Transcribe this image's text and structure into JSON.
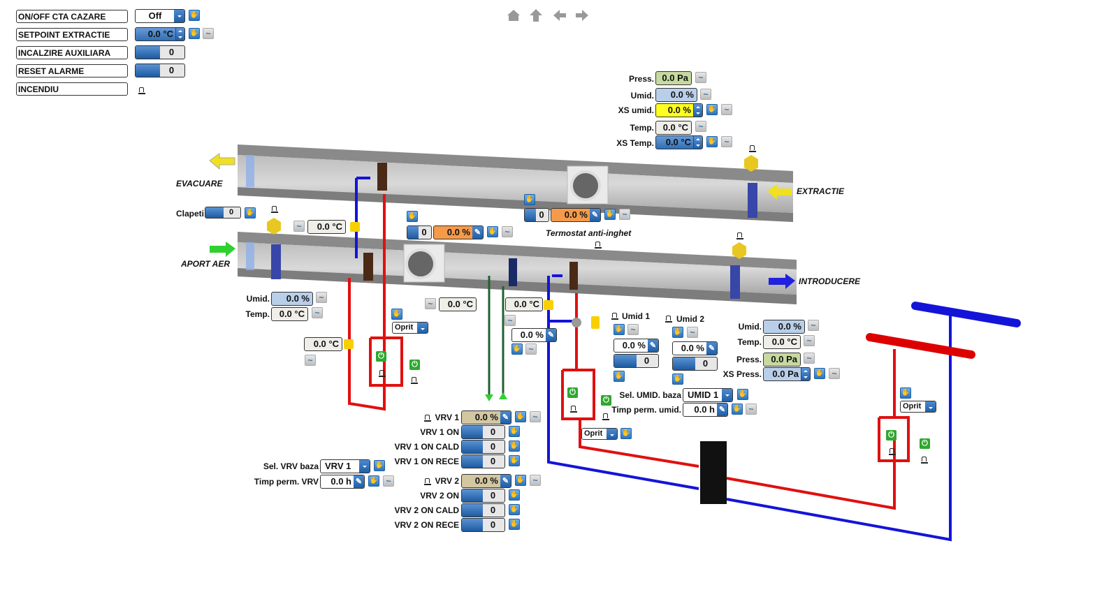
{
  "nav": {
    "home": "home-icon",
    "up": "arrow-up-icon",
    "back": "arrow-left-icon",
    "forward": "arrow-right-icon"
  },
  "controls": {
    "onoff": {
      "label": "ON/OFF CTA CAZARE",
      "value": "Off"
    },
    "setpoint": {
      "label": "SETPOINT EXTRACTIE",
      "value": "0.0 °C"
    },
    "incalzire": {
      "label": "INCALZIRE AUXILIARA",
      "value": "0"
    },
    "reset": {
      "label": "RESET ALARME",
      "value": "0"
    },
    "incendiu": {
      "label": "INCENDIU"
    }
  },
  "extract_sensors": {
    "press": {
      "label": "Press.",
      "value": "0.0 Pa"
    },
    "umid": {
      "label": "Umid.",
      "value": "0.0 %"
    },
    "xs_umid": {
      "label": "XS umid.",
      "value": "0.0 %"
    },
    "temp": {
      "label": "Temp.",
      "value": "0.0 °C"
    },
    "xs_temp": {
      "label": "XS Temp.",
      "value": "0.0 °C"
    }
  },
  "labels": {
    "evacuare": "EVACUARE",
    "extractie": "EXTRACTIE",
    "aport": "APORT AER",
    "introducere": "INTRODUCERE",
    "termostat": "Termostat anti-inghet",
    "clapeti": "Clapeti",
    "clapeti_value": "0"
  },
  "fans": {
    "exhaust": {
      "state": "0",
      "speed": "0.0 %"
    },
    "supply": {
      "state": "0",
      "speed": "0.0 %"
    }
  },
  "intake": {
    "recovery_temp": "0.0 °C",
    "umid": {
      "label": "Umid.",
      "value": "0.0 %"
    },
    "temp": {
      "label": "Temp.",
      "value": "0.0 °C"
    },
    "heating_temp": "0.0 °C",
    "pump_mode": "Oprit"
  },
  "mid": {
    "after_fan_temp": "0.0 °C",
    "after_coil_temp": "0.0 °C",
    "valve_pct": "0.0 %"
  },
  "humidifiers": {
    "umid1": {
      "label": "Umid 1",
      "value": "0.0 %",
      "state": "0"
    },
    "umid2": {
      "label": "Umid 2",
      "value": "0.0 %",
      "state": "0"
    },
    "sel_label": "Sel. UMID. baza",
    "sel_value": "UMID 1",
    "timp_label": "Timp perm. umid.",
    "timp_value": "0.0 h"
  },
  "supply_sensors": {
    "umid": {
      "label": "Umid.",
      "value": "0.0 %"
    },
    "temp": {
      "label": "Temp.",
      "value": "0.0 °C"
    },
    "press": {
      "label": "Press.",
      "value": "0.0 Pa"
    },
    "xs_press": {
      "label": "XS Press.",
      "value": "0.0 Pa"
    }
  },
  "cooling_pump_mode": "Oprit",
  "right_pump_mode": "Oprit",
  "vrv": {
    "vrv1": {
      "label": "VRV 1",
      "value": "0.0 %",
      "on_label": "VRV 1 ON",
      "on": "0",
      "cald_label": "VRV 1 ON CALD",
      "cald": "0",
      "rece_label": "VRV 1 ON RECE",
      "rece": "0"
    },
    "vrv2": {
      "label": "VRV 2",
      "value": "0.0 %",
      "on_label": "VRV 2 ON",
      "on": "0",
      "cald_label": "VRV 2 ON CALD",
      "cald": "0",
      "rece_label": "VRV 2 ON RECE",
      "rece": "0"
    },
    "sel_label": "Sel. VRV baza",
    "sel_value": "VRV 1",
    "timp_label": "Timp perm. VRV",
    "timp_value": "0.0 h"
  },
  "colors": {
    "hot": "#e01010",
    "cold": "#1414d8",
    "accent": "#2f6fb8",
    "duct": "#9a9a9a"
  }
}
